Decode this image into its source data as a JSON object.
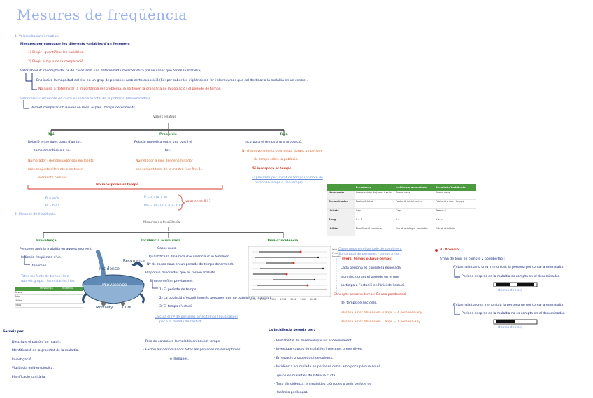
{
  "title": "Mesures de freqüència",
  "s1": {
    "heading": "1. Valors absoluts i relatius:",
    "intro": "Mesures per comparar les diferents variables d'un fenomen:",
    "step1": "1) Elegir i quantificar les variables.",
    "step2": "2) Elegir el tipus de la comparació.",
    "abs_def": "Valor absolut: recompte del nº de casos amb una determinada característica (nº de casos que tenen la malaltia).",
    "abs_use": "Ens indica la magnitud del risc en un grup de persones amb certa exposició (Ex: per saber les vigilàncies a fer i els recursos que cal destinar a la malaltia en un centre).",
    "abs_limit": "No ajuda a determinar la importància del problema, ja no tenen la grandària de la població i el període de temps.",
    "rel_def": "Valor relatiu: recompte de casos en relació al total de la població (denominador).",
    "rel_use": "Permet comparar situacions en llocs, espais i temps determinats.",
    "rel_types": "Valors relatius"
  },
  "ratios": {
    "raó": {
      "label": "Raó",
      "l1": "Relació entre dues parts d'un tot,",
      "l2": "complementàries o no.",
      "l3": "Numerador i denominador són excloents",
      "l4": "(dos conjunts diferents o no tenen",
      "l5": "elements comuns."
    },
    "proporcio": {
      "label": "Proporció",
      "l1": "Relació numèrica entre una part i el",
      "l2": "tot.",
      "l3": "Numerador a dins del denominador",
      "l4": "per conjunt total de la mostra (ex: fins 1).",
      "f1": "P = a / (a + b)",
      "f2": "P% = (a / (a + b)) · 100",
      "note": "valor entre 0 i 1"
    },
    "taxa": {
      "label": "Taxa",
      "l1": "Incorpora el temps a una proporció.",
      "l2": "Nº d'esdeveniments ocorreguts durant un període",
      "l3": "de temps sobre la població.",
      "l4": "Sí incorpora el temps",
      "l5": "Expressada per unitat de temps (nombre de",
      "l6": "persones-temps o risc-temps)"
    },
    "no_time": "No incorporen el temps",
    "r1": "R = a / b",
    "r2": "R = b / a"
  },
  "s2": {
    "heading": "2. Mesures de freqüència:",
    "sub": "Mesures de freqüència",
    "prev": {
      "label": "Prevalença",
      "l1": "Persones amb la malaltia en aquest moment.",
      "l2": "Indica la freqüència d'un",
      "l3": "fenomen.",
      "note1": "Totes les fonts de temps i lloc,",
      "note2": "tots els grups, i les malalties i les"
    },
    "inc": {
      "label": "Incidència acumulada",
      "l1": "Casos nous.",
      "l2": "Quantifica la dinàmica d'ocurrència d'un fenomen.",
      "l3": "Nº de casos nous en un període de temps determinat.",
      "l4": "Proporció d'individus que es tornen malalts.",
      "l5": "S'ha de definir prèviament:",
      "l6": "1) El període de temps",
      "l7": "2) La població d'estudi (només persones que no pateixen la malaltia).",
      "l8": "3) El temps d'estudi.",
      "n1": "Calcula el nº de persones a risc/temps (nous casos)",
      "n2": "per a la durada de l'estudi."
    },
    "dens": {
      "label": "Taxa d'incidència",
      "n1": "Casos nous en el període de seguiment",
      "n2": "Suma total de persones - temps a risc.",
      "n3": "(Pers. temps o Anys-temps)",
      "b1": "Cada persona es considera exposada",
      "b2": "a un risc durant el període en el que",
      "b3": "participa a l'estudi i en l'ínici de l'estudi.",
      "b4": "Concepte persona-temps: És una ponderació",
      "b5": "del temps de risc dels.",
      "b6": "Persona a risc observada 4 anys = 4 persones-any",
      "b7": "Persona a risc observada 1 anys = 1 persona-any"
    }
  },
  "table": {
    "headers": [
      "",
      "Prevalença",
      "Incidència acumulada",
      "Densitat d'incidència"
    ],
    "rows": [
      [
        "Numerador",
        "Casos existents (nous i vells)",
        "Casos nous",
        "Casos nous"
      ],
      [
        "Denominador",
        "Població total",
        "Població inicial a risc",
        "Població a risc · temps"
      ],
      [
        "Unitats",
        "Cap",
        "Cap",
        "Temps⁻¹"
      ],
      [
        "Rang",
        "0 a 1",
        "0 a 1",
        "0 a ∞"
      ],
      [
        "Utilitat",
        "Planificació sanitària",
        "Estudi etiològic, predictiu",
        "Estudi etiològic"
      ]
    ]
  },
  "mini_table": {
    "headers": [
      "",
      "Prevalença",
      "Incidència"
    ],
    "rows": [
      [
        "Casos",
        "",
        ""
      ],
      [
        "Total",
        "",
        ""
      ],
      [
        "Utilitat",
        "",
        ""
      ],
      [
        "Tipus",
        "",
        ""
      ]
    ]
  },
  "venn": {
    "incidence": "Incidence",
    "prevalence": "Prevalence",
    "recurrence": "Recurrence",
    "mortality": "Mortality",
    "cure": "Cure"
  },
  "chart_data": {
    "type": "scatter",
    "title": "",
    "xlabel": "",
    "ylabel": "",
    "x_ticks": [
      "1990",
      "1992",
      "1994",
      "1996",
      "1998",
      "2000",
      "2002"
    ],
    "legend": [
      "Inici",
      "Final",
      "Malaltia"
    ]
  },
  "cohort": {
    "heading": "A) Atenció:",
    "intro": "S'han de tenir en compte 2 possibilitats:",
    "c1a": "A) La malaltia no crea immunitat: la persona pot tornar a emmalaltir.",
    "c1b": "Període després de la malaltia es compta en el denominador.",
    "c1c": "(temps de risc)",
    "c2a": "B) La malaltia crea immunitat: la persona no pot tornar a emmalaltir.",
    "c2b": "Període després de la malaltia no es compta en el denominador.",
    "c2c": "(temps de risc)"
  },
  "uses": {
    "prev_title": "Serveix per:",
    "prev": [
      "Descriure el patró d'un malalt.",
      "Identificació de la gravetat de la malaltia.",
      "Investigació.",
      "Vigilància epidemiològica.",
      "Planificació sanitària."
    ],
    "inc": [
      "Risc de contraure la malaltia en aquest temps.",
      "Exclou als denominador totes les persones no susceptibles",
      "o immunes."
    ],
    "dens_title": "La incidència serveix per:",
    "dens": [
      "Probabilitat de desenvolupar un esdeveniment.",
      "Investigar causes de malalties i mesures preventives.",
      "En estudis prospectius i de cohorts.",
      "Incidència acumulada en períodes curts, amb poca pèrdua en el",
      "grup i en malalties de latència curta.",
      "Taxa d'incidència: en malalties cròniques o amb període de",
      "latència perllongat."
    ]
  }
}
